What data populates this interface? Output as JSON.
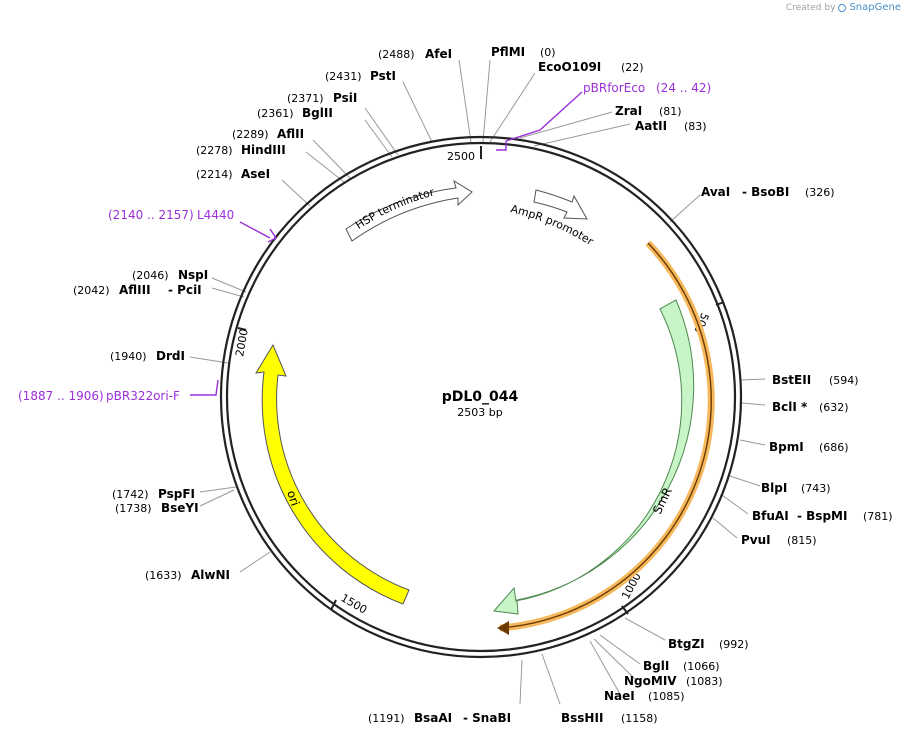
{
  "credit": {
    "prefix": "Created by",
    "brand": "SnapGene"
  },
  "plasmid": {
    "name": "pDL0_044",
    "length_label": "2503 bp"
  },
  "ticks": [
    "500",
    "1000",
    "1500",
    "2000",
    "2500"
  ],
  "features": [
    {
      "label": "HSP terminator"
    },
    {
      "label": "AmpR promoter"
    },
    {
      "label": "SmR"
    },
    {
      "label": "ori"
    }
  ],
  "primers": [
    {
      "name": "pBRforEco",
      "range": "(24 .. 42)"
    },
    {
      "name": "L4440",
      "range": "(2140 .. 2157)"
    },
    {
      "name": "pBR322ori-F",
      "range": "(1887 .. 1906)"
    }
  ],
  "sites_left": [
    {
      "pos": "(2488)",
      "name": "AfeI"
    },
    {
      "pos": "(2431)",
      "name": "PstI"
    },
    {
      "pos": "(2371)",
      "name": "PsiI"
    },
    {
      "pos": "(2361)",
      "name": "BglII"
    },
    {
      "pos": "(2289)",
      "name": "AflII"
    },
    {
      "pos": "(2278)",
      "name": "HindIII"
    },
    {
      "pos": "(2214)",
      "name": "AseI"
    },
    {
      "pos": "(2046)",
      "name": "NspI"
    },
    {
      "pos": "(2042)",
      "name": "AflIII",
      "name2": "- PciI"
    },
    {
      "pos": "(1940)",
      "name": "DrdI"
    },
    {
      "pos": "(1742)",
      "name": "PspFI"
    },
    {
      "pos": "(1738)",
      "name": "BseYI"
    },
    {
      "pos": "(1633)",
      "name": "AlwNI"
    },
    {
      "pos": "(1191)",
      "name": "BsaAI",
      "name2": "- SnaBI"
    }
  ],
  "sites_right": [
    {
      "name": "PflMI",
      "pos": "(0)"
    },
    {
      "name": "EcoO109I",
      "pos": "(22)"
    },
    {
      "name": "ZraI",
      "pos": "(81)"
    },
    {
      "name": "AatII",
      "pos": "(83)"
    },
    {
      "name": "AvaI",
      "name2": "- BsoBI",
      "pos": "(326)"
    },
    {
      "name": "BstEII",
      "pos": "(594)"
    },
    {
      "name": "BclI *",
      "pos": "(632)"
    },
    {
      "name": "BpmI",
      "pos": "(686)"
    },
    {
      "name": "BlpI",
      "pos": "(743)"
    },
    {
      "name": "BfuAI",
      "name2": "- BspMI",
      "pos": "(781)"
    },
    {
      "name": "PvuI",
      "pos": "(815)"
    },
    {
      "name": "BtgZI",
      "pos": "(992)"
    },
    {
      "name": "BglI",
      "pos": "(1066)"
    },
    {
      "name": "NgoMIV",
      "pos": "(1083)"
    },
    {
      "name": "NaeI",
      "pos": "(1085)"
    },
    {
      "name": "BssHII",
      "pos": "(1158)"
    }
  ],
  "colors": {
    "backbone": "#222222",
    "primer": "#9b30d9",
    "smr_fill": "#c8f5c8",
    "ori_fill": "#ffff00",
    "promoter_fill": "#ffffff",
    "orange_arc": "#f5b85c"
  }
}
